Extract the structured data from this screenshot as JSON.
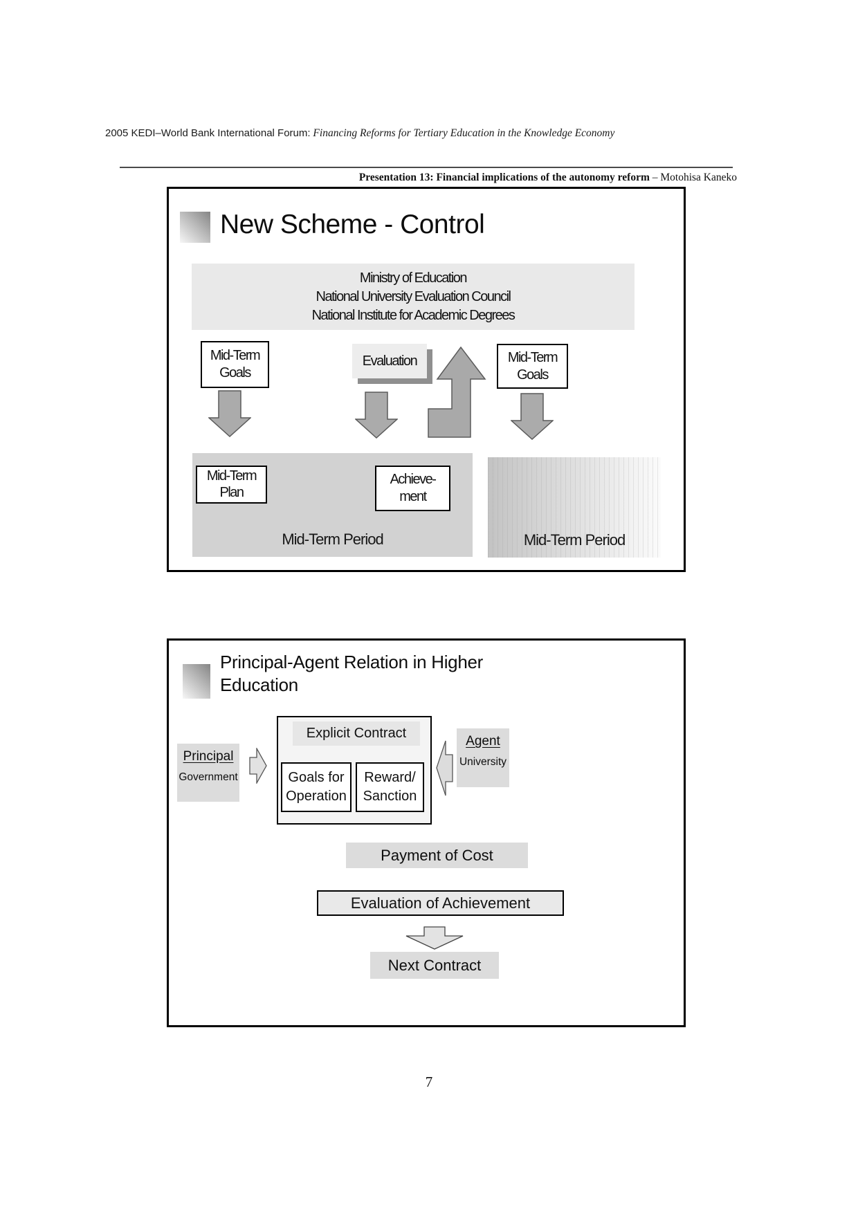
{
  "header": {
    "forum_prefix": "2005 KEDI–World Bank International Forum:",
    "forum_title": " Financing Reforms for Tertiary Education in the Knowledge Economy",
    "presentation_label": "Presentation 13: Financial implications of the autonomy reform",
    "presentation_author": " – Motohisa Kaneko"
  },
  "slide1": {
    "title": "New Scheme - Control",
    "ministry_lines": [
      "Ministry of Education",
      "National University Evaluation Council",
      "National Institute for Academic Degrees"
    ],
    "mid_term_goals_left": "Mid-Term\nGoals",
    "evaluation_label": "Evaluation",
    "mid_term_goals_right": "Mid-Term\nGoals",
    "mid_term_plan": "Mid-Term\nPlan",
    "achievement_label": "Achieve-\nment",
    "mid_term_period_left": "Mid-Term Period",
    "mid_term_period_right": "Mid-Term Period"
  },
  "slide2": {
    "title_line1": "Principal-Agent Relation in Higher",
    "title_line2": "Education",
    "principal_label": "Principal",
    "principal_sublabel": "Government",
    "explicit_contract_label": "Explicit Contract",
    "goals_for_operation": "Goals for\nOperation",
    "reward_sanction": "Reward/\nSanction",
    "agent_label": "Agent",
    "agent_sublabel": "University",
    "payment_label": "Payment of Cost",
    "evaluation_label": "Evaluation of Achievement",
    "next_contract_label": "Next Contract"
  },
  "footer": {
    "page_number": "7"
  },
  "colors": {
    "slide_border": "#000000",
    "ministry_bg": "#e9e9e9",
    "period_bg": "#d2d2d2",
    "period_gradient_start": "#c3c3c3",
    "period_gradient_end": "#fbfbfb",
    "label_bg": "#dcdcdc",
    "contract_bg": "#f4f4f4",
    "contract_header_bg": "#e6e6e6",
    "evaluation_bg": "#ededed",
    "arrow_fill_dark": "#a9a9a9",
    "arrow_fill_light": "#e2e2e2",
    "shadow_gray": "#8f8f8f"
  }
}
